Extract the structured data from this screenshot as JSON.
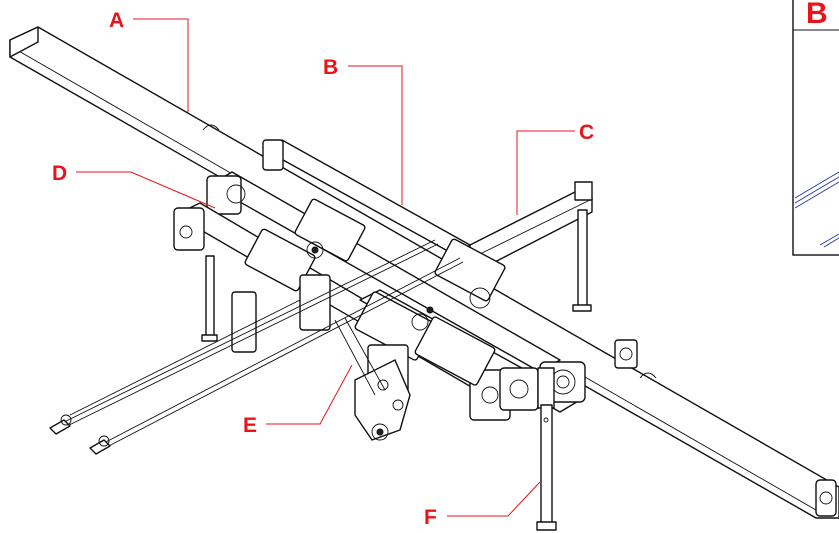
{
  "callouts": {
    "a": "A",
    "b": "B",
    "c": "C",
    "d": "D",
    "e": "E",
    "f": "F"
  },
  "inset": {
    "label": "B"
  },
  "colors": {
    "callout": "#e8141a",
    "line": "#111111",
    "hatch": "#2233aa"
  }
}
